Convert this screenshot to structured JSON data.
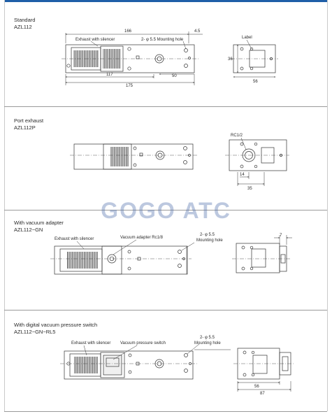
{
  "watermark": "GOGO ATC",
  "sections": [
    {
      "title": "Standard",
      "code": "AZL112",
      "labels": {
        "exhaust": "Exhaust with silencer",
        "mounting": "2- φ 5.5 Mounting hole",
        "label": "Label",
        "dim_166": "166",
        "dim_45": "4.5",
        "dim_117": "117",
        "dim_50": "50",
        "dim_175": "175",
        "dim_36": "36",
        "dim_56": "56"
      }
    },
    {
      "title": "Port exhaust",
      "code": "AZL112P",
      "labels": {
        "rc": "RC1/2",
        "dim_14": "14",
        "dim_35": "35"
      }
    },
    {
      "title": "With vacuum adapter",
      "code": "AZL112−GN",
      "labels": {
        "exhaust": "Exhaust with silencer",
        "adapter": "Vacuum adapter Rc1/8",
        "mounting_1": "2- φ 5.5",
        "mounting_2": "Mounting hole",
        "dim_7": "7"
      }
    },
    {
      "title": "With digital vacuum pressure switch",
      "code": "AZL112−GN−RL5",
      "labels": {
        "exhaust": "Exhaust with silencer",
        "switch": "Vacuum pressure switch",
        "mounting_1": "2- φ 5.5",
        "mounting_2": "Mounting hole",
        "dim_56": "56",
        "dim_87": "87"
      }
    }
  ]
}
